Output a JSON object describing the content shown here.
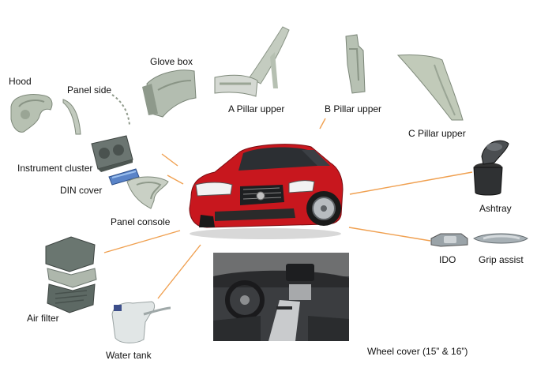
{
  "labels": {
    "hood": "Hood",
    "panel_side": "Panel side",
    "glove_box": "Glove box",
    "a_pillar_upper": "A Pillar upper",
    "b_pillar_upper": "B Pillar upper",
    "c_pillar_upper": "C Pillar upper",
    "instrument_cluster": "Instrument cluster",
    "din_cover": "DIN cover",
    "panel_console": "Panel console",
    "ashtray": "Ashtray",
    "ido": "IDO",
    "grip_assist": "Grip assist",
    "air_filter": "Air filter",
    "water_tank": "Water tank",
    "wheel_cover": "Wheel cover (15” & 16”)"
  },
  "colors": {
    "connector": "#f0a050",
    "car_body": "#c8171e",
    "plastic_part": "#b9c3b4",
    "dark_part": "#5a6560"
  },
  "icons": {
    "car": "car-icon",
    "dashboard": "dashboard-photo"
  }
}
